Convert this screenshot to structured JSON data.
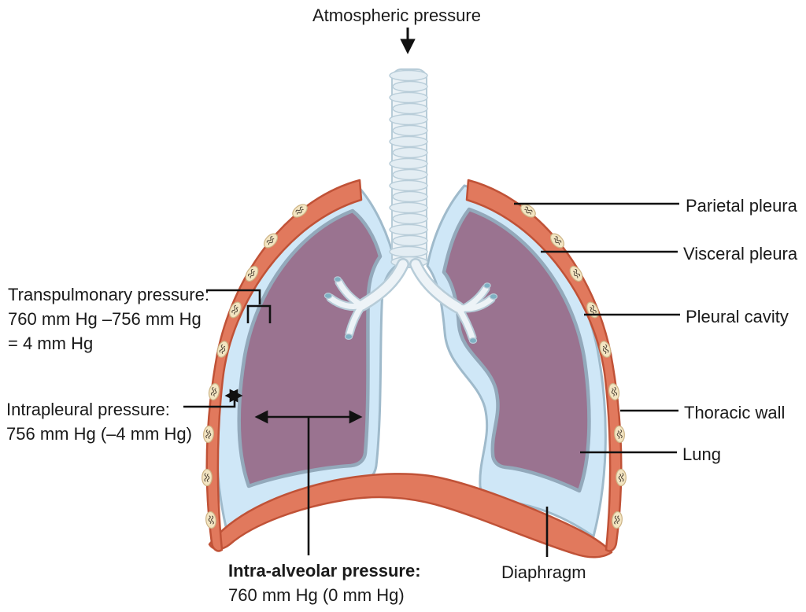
{
  "labels": {
    "atmospheric": "Atmospheric pressure",
    "transpulmonary_1": "Transpulmonary pressure:",
    "transpulmonary_2": "760 mm Hg –756 mm Hg",
    "transpulmonary_3": "= 4 mm Hg",
    "intrapleural_1": "Intrapleural pressure:",
    "intrapleural_2": "756 mm Hg (–4 mm Hg)",
    "intra_alveolar_1": "Intra-alveolar pressure:",
    "intra_alveolar_2": "760 mm Hg (0 mm Hg)",
    "parietal_pleura": "Parietal pleura",
    "visceral_pleura": "Visceral pleura",
    "pleural_cavity": "Pleural cavity",
    "thoracic_wall": "Thoracic wall",
    "lung": "Lung",
    "diaphragm": "Diaphragm"
  },
  "colors": {
    "wall": "#E1795D",
    "wallStroke": "#C05237",
    "cavity": "#CFE7F7",
    "cavityStroke": "#9FBACB",
    "lung": "#9A7390",
    "lungStroke": "#93A9BB",
    "tube": "#EDF3F7",
    "tubeShade": "#E3EDF3",
    "tubeStroke": "#B7CCD8",
    "tip": "#7FB0C3",
    "cell": "#F3E5C2",
    "cellStroke": "#CDB486",
    "scribble": "#4A3F33",
    "line": "#111111",
    "text": "#1A1A1A"
  }
}
